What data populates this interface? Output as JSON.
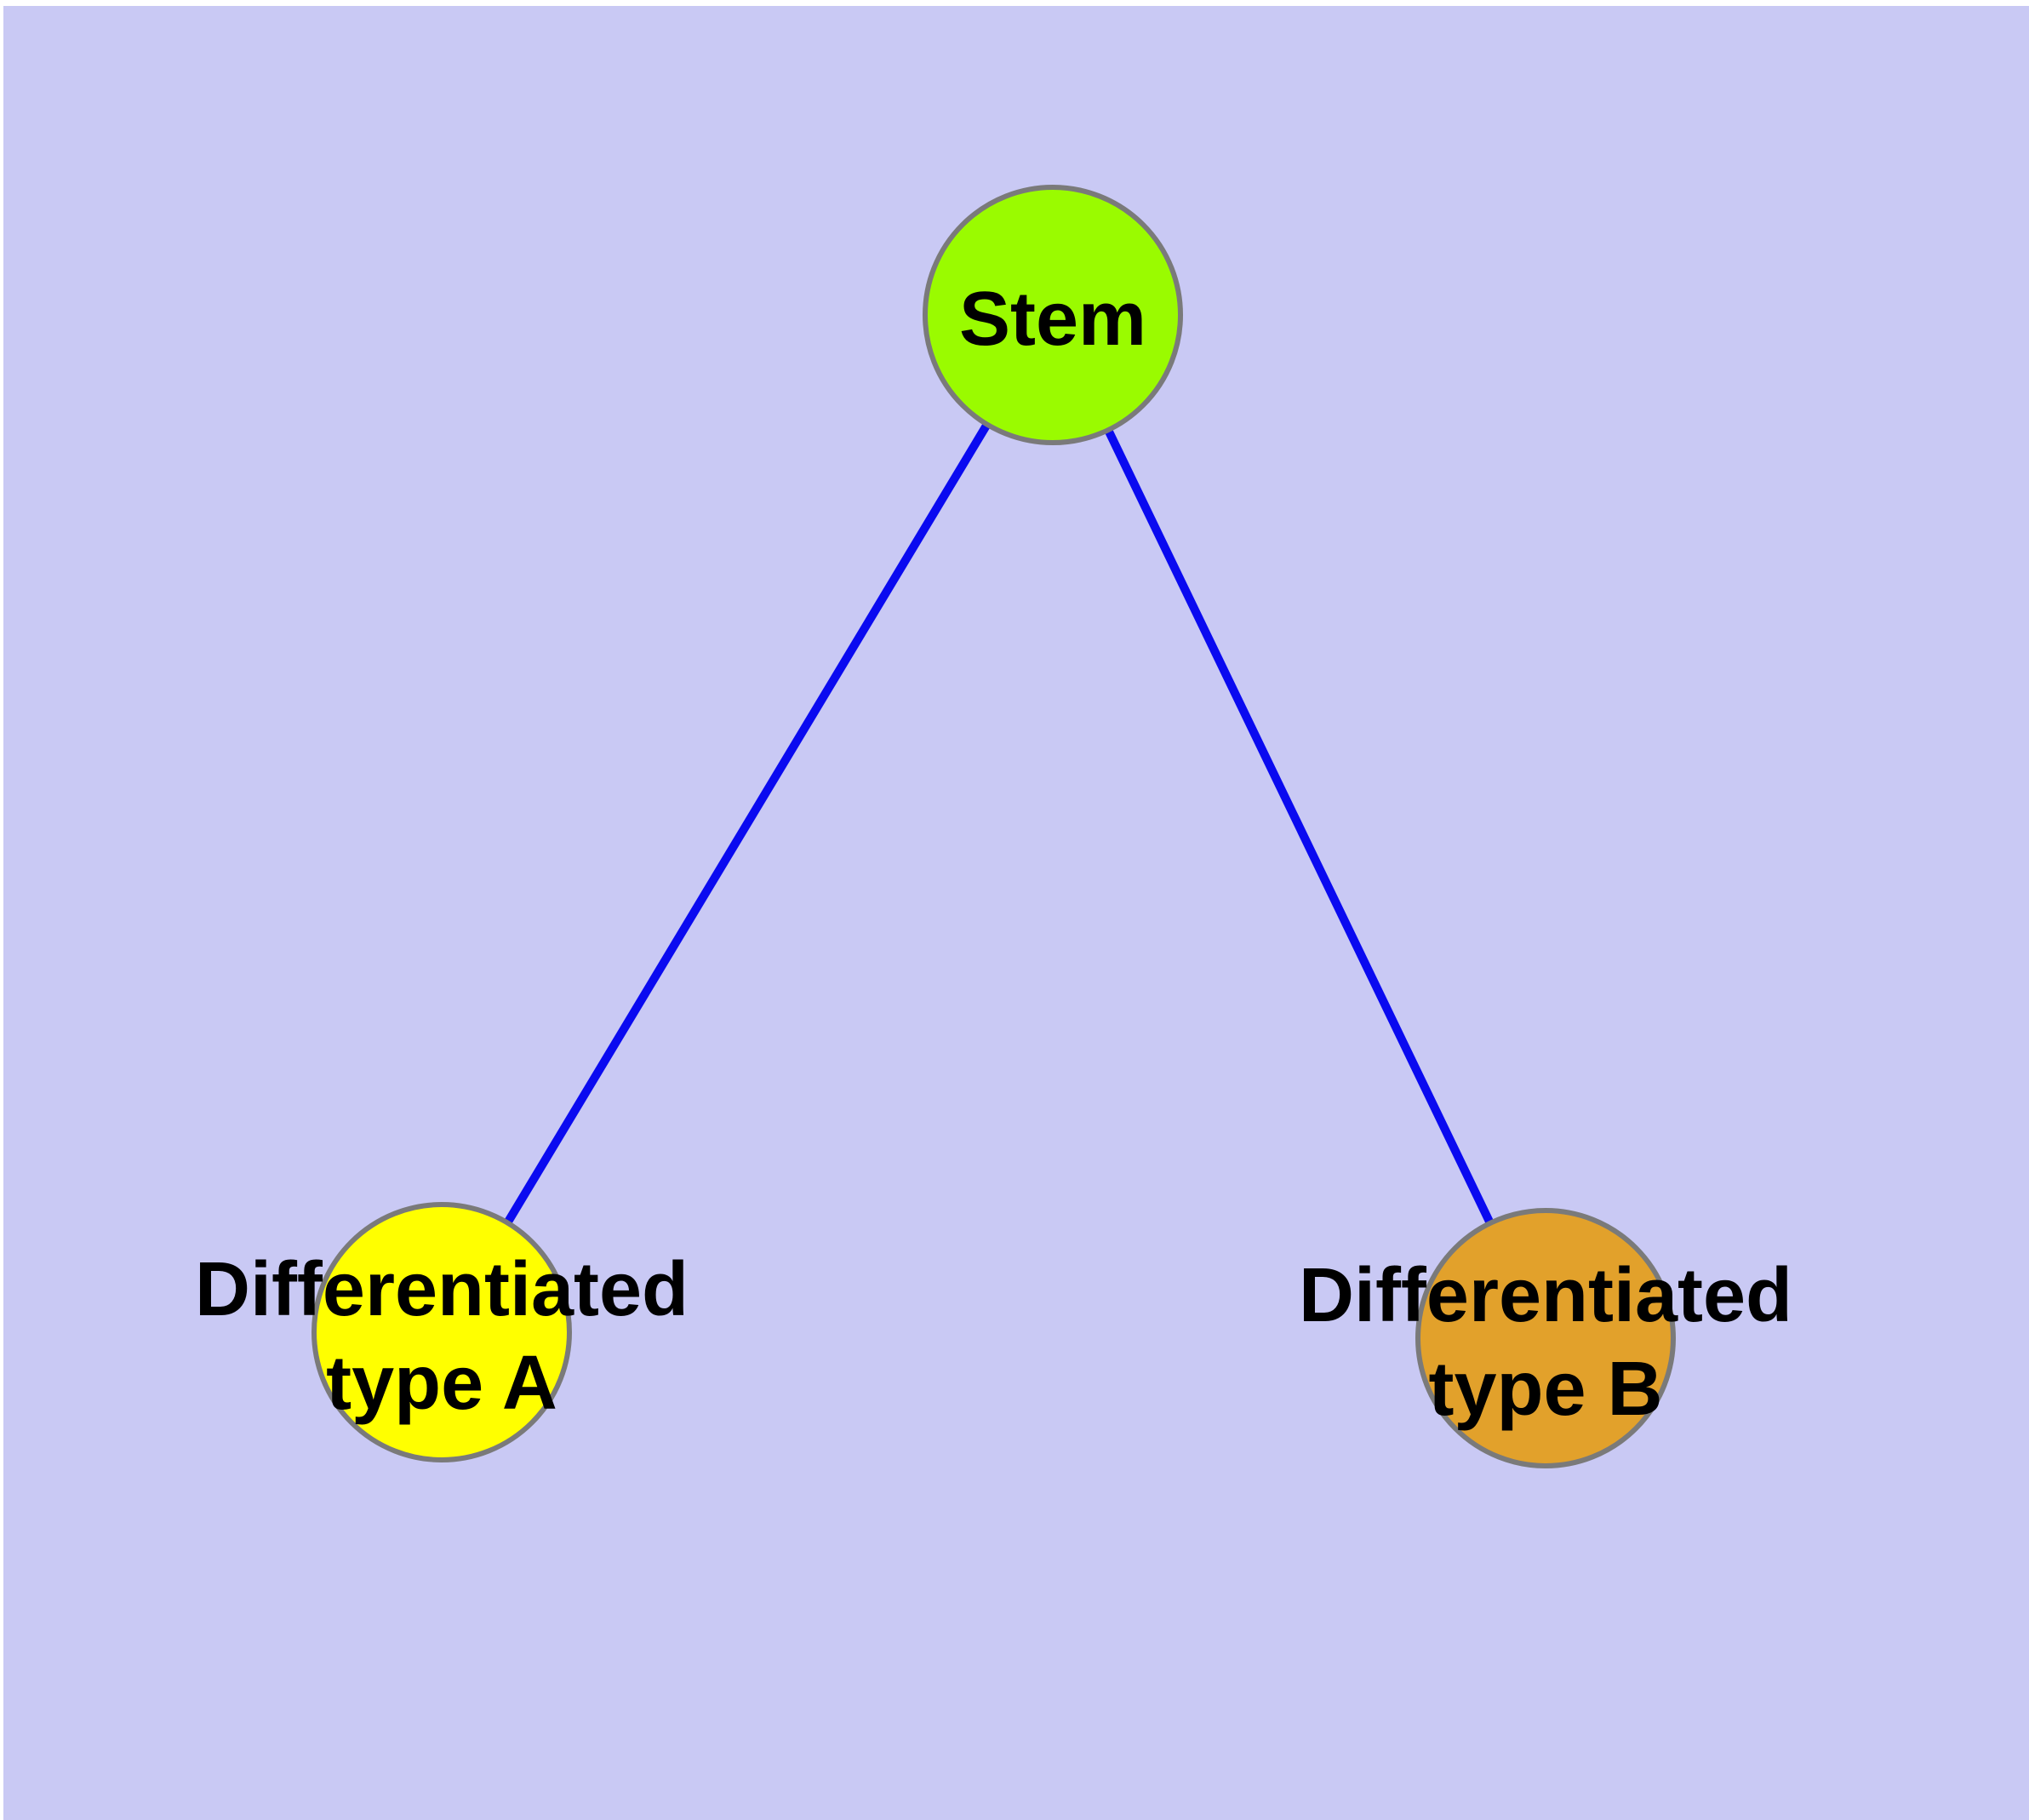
{
  "diagram": {
    "title": "",
    "background_color": "#c9c9f4",
    "margin_color": "#ffffff",
    "edge_color": "#0a0af0",
    "node_border_color": "#7a7a7a",
    "label_text_color": "#000000",
    "nodes": [
      {
        "id": "stem",
        "label": "Stem",
        "label_line1": "Stem",
        "label_line2": "",
        "color": "#9afb00"
      },
      {
        "id": "differentiated-type-a",
        "label": "Differentiated type A",
        "label_line1": "Differentiated",
        "label_line2": "type A",
        "color": "#ffff00"
      },
      {
        "id": "differentiated-type-b",
        "label": "Differentiated type B",
        "label_line1": "Differentiated",
        "label_line2": "type B",
        "color": "#e2a12b"
      }
    ],
    "edges": [
      {
        "from": "Stem",
        "to": "Differentiated type A"
      },
      {
        "from": "Stem",
        "to": "Differentiated type B"
      }
    ]
  }
}
